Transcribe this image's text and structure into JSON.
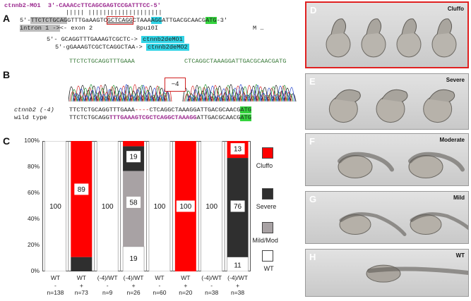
{
  "panels": {
    "A": "A",
    "B": "B",
    "C": "C",
    "D": "D",
    "E": "E",
    "F": "F",
    "G": "G",
    "H": "H"
  },
  "panel_a": {
    "mo_line": "ctnnb2-MO1  3'-CAAACcTTCAGCGAGTCCGATTTCC-5'",
    "pipes": "||||| ||||||||||||||||||||",
    "seq_prefix": "5'-",
    "seq_intron": "TTCTCTGCAG",
    "seq_mid1": "GTTTGaAAGTC",
    "seq_bpu": "GCTCAGG",
    "seq_mid2": "CTAAA",
    "seq_agg": "AGG",
    "seq_mid3": "ATTGACGCAACG",
    "seq_atg": "ATG",
    "seq_suffix": "-3'",
    "intron_label": "intron 1 ->",
    "exon_label": "<- exon 2",
    "bpu_label": "Bpu10I",
    "m_label": "M …",
    "demo1_seq": "5'- GCAGGTTTGAAAGTCGCTC->",
    "demo1_tag": "ctnnb2deMO1",
    "demo2_seq": "5'-gGAAAGTCGCTCAGGCTAA->",
    "demo2_tag": "ctnnb2deMO2"
  },
  "panel_b": {
    "trace_top_left": "TTCTCTGCAGGTTTGAAA",
    "trace_top_right": "CTCAGGCTAAAGGATTGACGCAACGATG",
    "deletion_box": "−4",
    "mutant_label": "ctnnb2 (-4)",
    "mutant_seq_a": "TTCTCTGCAGGTTTGAAA",
    "mutant_gap": "----",
    "mutant_seq_b": "CTCAGGCTAAAGGATTGACGCAACG",
    "mutant_atg": "ATG",
    "wt_label": "wild type",
    "wt_seq_a": "TTCTCTGCAGG",
    "wt_seq_purple": "TTTGAAAGTCGCTCAGGCTAAAGG",
    "wt_seq_b": "ATTGACGCAACG",
    "wt_atg": "ATG"
  },
  "chart_data": {
    "type": "bar",
    "stacked": true,
    "y_ticks": [
      "0%",
      "20%",
      "40%",
      "60%",
      "80%",
      "100%"
    ],
    "ylim": [
      0,
      100
    ],
    "categories": [
      {
        "genotype": "WT",
        "mo": "-",
        "n": "n=138"
      },
      {
        "genotype": "WT",
        "mo": "+",
        "n": "n=73"
      },
      {
        "genotype": "(-4)/WT",
        "mo": "-",
        "n": "n=9"
      },
      {
        "genotype": "(-4)/WT",
        "mo": "+",
        "n": "n=26"
      },
      {
        "genotype": "WT",
        "mo": "-",
        "n": "n=60"
      },
      {
        "genotype": "WT",
        "mo": "+",
        "n": "n=20"
      },
      {
        "genotype": "(-4)/WT",
        "mo": "-",
        "n": "n=38"
      },
      {
        "genotype": "(-4)/WT",
        "mo": "+",
        "n": "n=38"
      }
    ],
    "series": [
      {
        "name": "WT",
        "color": "#ffffff",
        "values": [
          100,
          0,
          100,
          19,
          100,
          0,
          100,
          11
        ]
      },
      {
        "name": "Mild/Mod",
        "color": "#a8a2a4",
        "values": [
          0,
          0,
          0,
          58,
          0,
          0,
          0,
          0
        ]
      },
      {
        "name": "Severe",
        "color": "#2f2f2f",
        "values": [
          0,
          11,
          0,
          19,
          0,
          0,
          0,
          76
        ]
      },
      {
        "name": "Cluffo",
        "color": "#ff0000",
        "values": [
          0,
          89,
          0,
          4,
          0,
          100,
          0,
          13
        ]
      }
    ],
    "data_labels": [
      {
        "col": 0,
        "value": "100",
        "y": 50
      },
      {
        "col": 1,
        "value": "89",
        "y": 63
      },
      {
        "col": 2,
        "value": "100",
        "y": 50
      },
      {
        "col": 3,
        "value": "19",
        "y": 88
      },
      {
        "col": 3,
        "value": "58",
        "y": 53
      },
      {
        "col": 3,
        "value": "19",
        "y": 10
      },
      {
        "col": 4,
        "value": "100",
        "y": 50
      },
      {
        "col": 5,
        "value": "100",
        "y": 50
      },
      {
        "col": 6,
        "value": "100",
        "y": 50
      },
      {
        "col": 7,
        "value": "13",
        "y": 94
      },
      {
        "col": 7,
        "value": "76",
        "y": 50
      },
      {
        "col": 7,
        "value": "11",
        "y": 5
      }
    ],
    "legend": [
      "Cluffo",
      "Severe",
      "Mild/Mod",
      "WT"
    ]
  },
  "images": [
    {
      "letter": "D",
      "label": "Cluffo",
      "border": "#e02020"
    },
    {
      "letter": "E",
      "label": "Severe",
      "border": "#999999"
    },
    {
      "letter": "F",
      "label": "Moderate",
      "border": "#999999"
    },
    {
      "letter": "G",
      "label": "Mild",
      "border": "#999999"
    },
    {
      "letter": "H",
      "label": "WT",
      "border": "#999999"
    }
  ]
}
